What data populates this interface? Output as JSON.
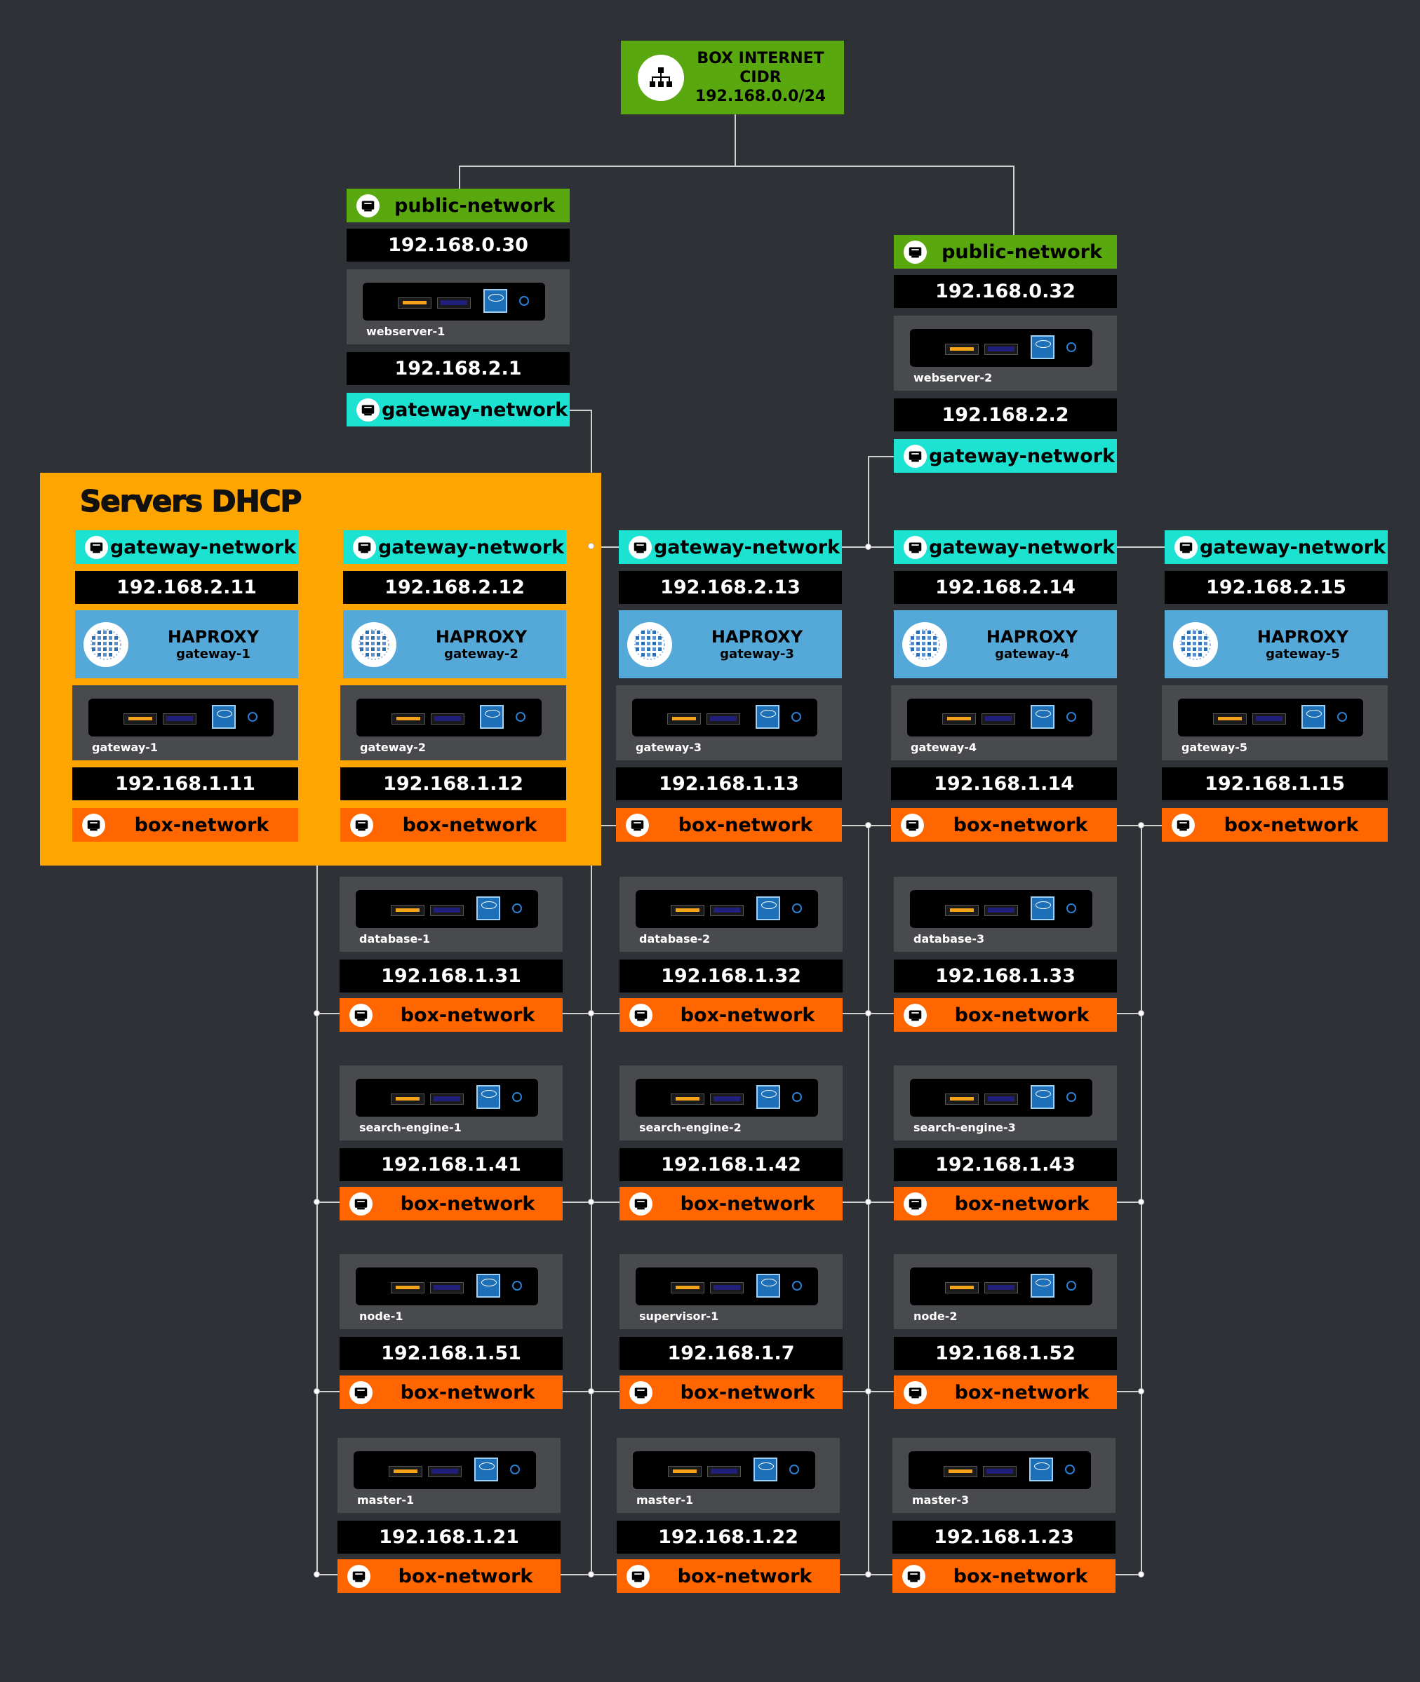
{
  "root": {
    "line1": "BOX INTERNET",
    "line2": "CIDR",
    "line3": "192.168.0.0/24"
  },
  "dhcp": {
    "title": "Servers DHCP"
  },
  "webservers": [
    {
      "public_label": "public-network",
      "public_ip": "192.168.0.30",
      "name": "webserver-1",
      "gateway_ip": "192.168.2.1",
      "gateway_label": "gateway-network"
    },
    {
      "public_label": "public-network",
      "public_ip": "192.168.0.32",
      "name": "webserver-2",
      "gateway_ip": "192.168.2.2",
      "gateway_label": "gateway-network"
    }
  ],
  "gateways": [
    {
      "network": "gateway-network",
      "ip": "192.168.2.11",
      "haproxy": "HAPROXY",
      "name": "gateway-1",
      "box_ip": "192.168.1.11",
      "box_label": "box-network"
    },
    {
      "network": "gateway-network",
      "ip": "192.168.2.12",
      "haproxy": "HAPROXY",
      "name": "gateway-2",
      "box_ip": "192.168.1.12",
      "box_label": "box-network"
    },
    {
      "network": "gateway-network",
      "ip": "192.168.2.13",
      "haproxy": "HAPROXY",
      "name": "gateway-3",
      "box_ip": "192.168.1.13",
      "box_label": "box-network"
    },
    {
      "network": "gateway-network",
      "ip": "192.168.2.14",
      "haproxy": "HAPROXY",
      "name": "gateway-4",
      "box_ip": "192.168.1.14",
      "box_label": "box-network"
    },
    {
      "network": "gateway-network",
      "ip": "192.168.2.15",
      "haproxy": "HAPROXY",
      "name": "gateway-5",
      "box_ip": "192.168.1.15",
      "box_label": "box-network"
    }
  ],
  "nodes": [
    {
      "name": "database-1",
      "ip": "192.168.1.31",
      "label": "box-network"
    },
    {
      "name": "database-2",
      "ip": "192.168.1.32",
      "label": "box-network"
    },
    {
      "name": "database-3",
      "ip": "192.168.1.33",
      "label": "box-network"
    },
    {
      "name": "search-engine-1",
      "ip": "192.168.1.41",
      "label": "box-network"
    },
    {
      "name": "search-engine-2",
      "ip": "192.168.1.42",
      "label": "box-network"
    },
    {
      "name": "search-engine-3",
      "ip": "192.168.1.43",
      "label": "box-network"
    },
    {
      "name": "node-1",
      "ip": "192.168.1.51",
      "label": "box-network"
    },
    {
      "name": "supervisor-1",
      "ip": "192.168.1.7",
      "label": "box-network"
    },
    {
      "name": "node-2",
      "ip": "192.168.1.52",
      "label": "box-network"
    },
    {
      "name": "master-1",
      "ip": "192.168.1.21",
      "label": "box-network"
    },
    {
      "name": "master-1",
      "ip": "192.168.1.22",
      "label": "box-network"
    },
    {
      "name": "master-3",
      "ip": "192.168.1.23",
      "label": "box-network"
    }
  ]
}
